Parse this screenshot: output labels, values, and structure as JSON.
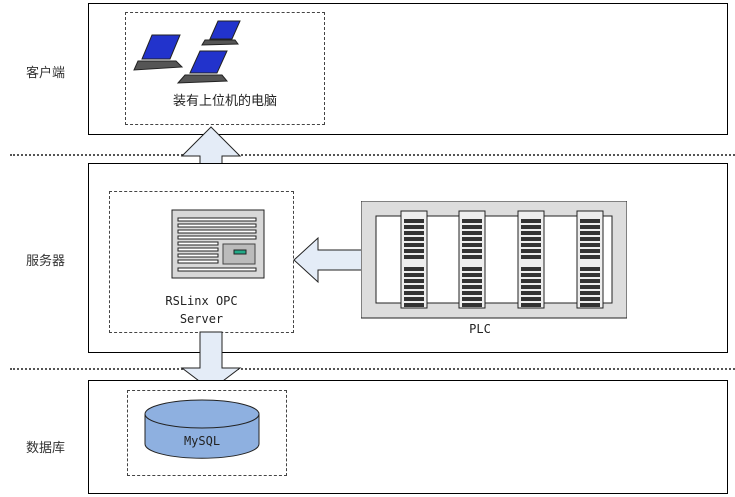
{
  "tiers": {
    "client": "客户端",
    "server": "服务器",
    "database": "数据库"
  },
  "nodes": {
    "client_pcs": "装有上位机的电脑",
    "opc_line1": "RSLinx OPC",
    "opc_line2": "Server",
    "plc": "PLC",
    "mysql": "MySQL"
  },
  "colors": {
    "arrow_fill": "#e4ecf7",
    "db_fill": "#8eb0e0",
    "laptop_screen": "#2233cc"
  }
}
